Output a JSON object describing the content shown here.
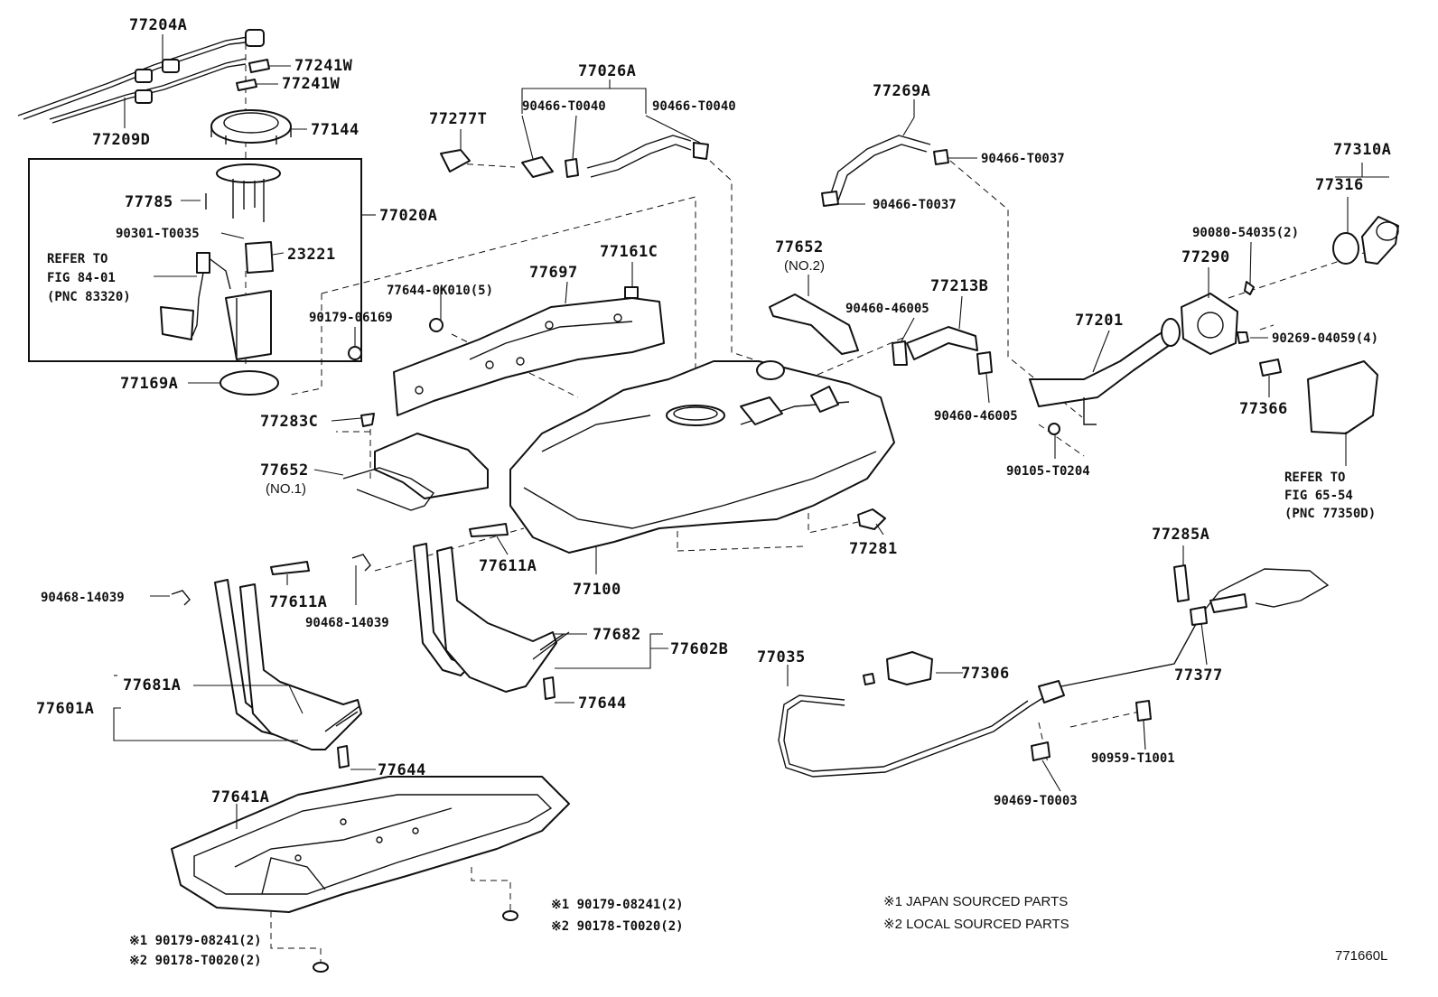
{
  "labels": {
    "l_77204A": "77204A",
    "l_77241W_a": "77241W",
    "l_77241W_b": "77241W",
    "l_77209D": "77209D",
    "l_77144": "77144",
    "l_77020A": "77020A",
    "l_77785": "77785",
    "l_90301": "90301-T0035",
    "l_23221": "23221",
    "l_refer1_a": "REFER TO",
    "l_refer1_b": "FIG 84-01",
    "l_refer1_c": "(PNC 83320)",
    "l_77169A": "77169A",
    "l_77283C": "77283C",
    "l_77652_1": "77652",
    "l_no1": "(NO.1)",
    "l_90468_a": "90468-14039",
    "l_77611A_a": "77611A",
    "l_90468_b": "90468-14039",
    "l_77611A_b": "77611A",
    "l_77681A": "77681A",
    "l_77601A": "77601A",
    "l_77644_a": "77644",
    "l_77641A": "77641A",
    "l_foot_left_1": "※1 90179-08241(2)",
    "l_foot_left_2": "※2 90178-T0020(2)",
    "l_foot_mid_1": "※1 90179-08241(2)",
    "l_foot_mid_2": "※2 90178-T0020(2)",
    "l_77277T": "77277T",
    "l_77026A": "77026A",
    "l_90466_T0040_a": "90466-T0040",
    "l_90466_T0040_b": "90466-T0040",
    "l_77644_0K010": "77644-0K010(5)",
    "l_77697": "77697",
    "l_77161C": "77161C",
    "l_90179_06169": "90179-06169",
    "l_77100": "77100",
    "l_77682": "77682",
    "l_77602B": "77602B",
    "l_77644_b": "77644",
    "l_77269A": "77269A",
    "l_90466_T0037_a": "90466-T0037",
    "l_90466_T0037_b": "90466-T0037",
    "l_77652_2": "77652",
    "l_no2": "(NO.2)",
    "l_90460_a": "90460-46005",
    "l_77213B": "77213B",
    "l_90460_b": "90460-46005",
    "l_77281": "77281",
    "l_77201": "77201",
    "l_90105": "90105-T0204",
    "l_90080": "90080-54035(2)",
    "l_77290": "77290",
    "l_77310A": "77310A",
    "l_77316": "77316",
    "l_90269": "90269-04059(4)",
    "l_77366": "77366",
    "l_refer2_a": "REFER TO",
    "l_refer2_b": "FIG 65-54",
    "l_refer2_c": "(PNC 77350D)",
    "l_77285A": "77285A",
    "l_77377": "77377",
    "l_77035": "77035",
    "l_77306": "77306",
    "l_90959": "90959-T1001",
    "l_90469": "90469-T0003",
    "l_legend_1": "※1 JAPAN SOURCED PARTS",
    "l_legend_2": "※2 LOCAL SOURCED PARTS",
    "l_ref": "771660L"
  }
}
